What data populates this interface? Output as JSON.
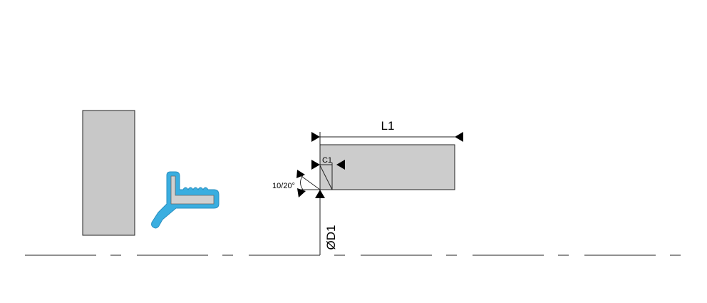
{
  "labels": {
    "length": "L1",
    "chamfer": "C1",
    "angle": "10/20°",
    "diameter": "ØD1"
  },
  "colors": {
    "housing_fill": "#c8c8c8",
    "seal_outer": "#3aaee0",
    "seal_inner": "#d0d0d0",
    "outline": "#222222",
    "bore_fill": "#cccccc"
  }
}
